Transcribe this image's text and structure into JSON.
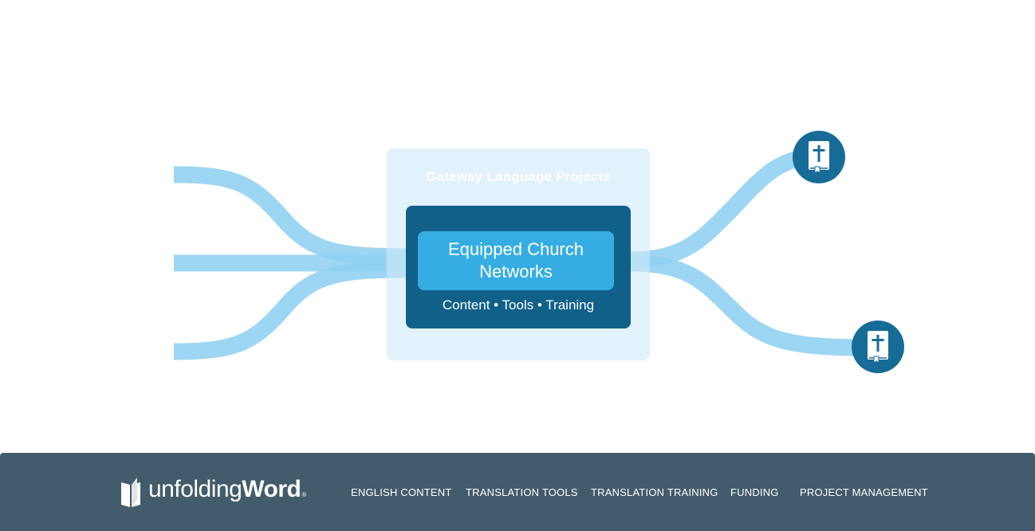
{
  "diagram": {
    "gateway_title": "Gateway Language Projects",
    "church_title": "Equipped Church Networks",
    "subtitle": "Content • Tools • Training",
    "icons": [
      "bible-icon",
      "bible-icon"
    ]
  },
  "footer": {
    "logo": {
      "light": "unfolding",
      "bold": "Word",
      "mark": "®"
    },
    "nav": [
      "ENGLISH CONTENT",
      "TRANSLATION TOOLS",
      "TRANSLATION TRAINING",
      "FUNDING",
      "PROJECT MANAGEMENT"
    ]
  },
  "colors": {
    "stream": "#8fd0f0",
    "gateway_bg": "#d0eaf8",
    "network_bg": "#106089",
    "church_bg": "#35ade3",
    "bible_bg": "#176c97",
    "footer_bg": "#435c6b"
  }
}
